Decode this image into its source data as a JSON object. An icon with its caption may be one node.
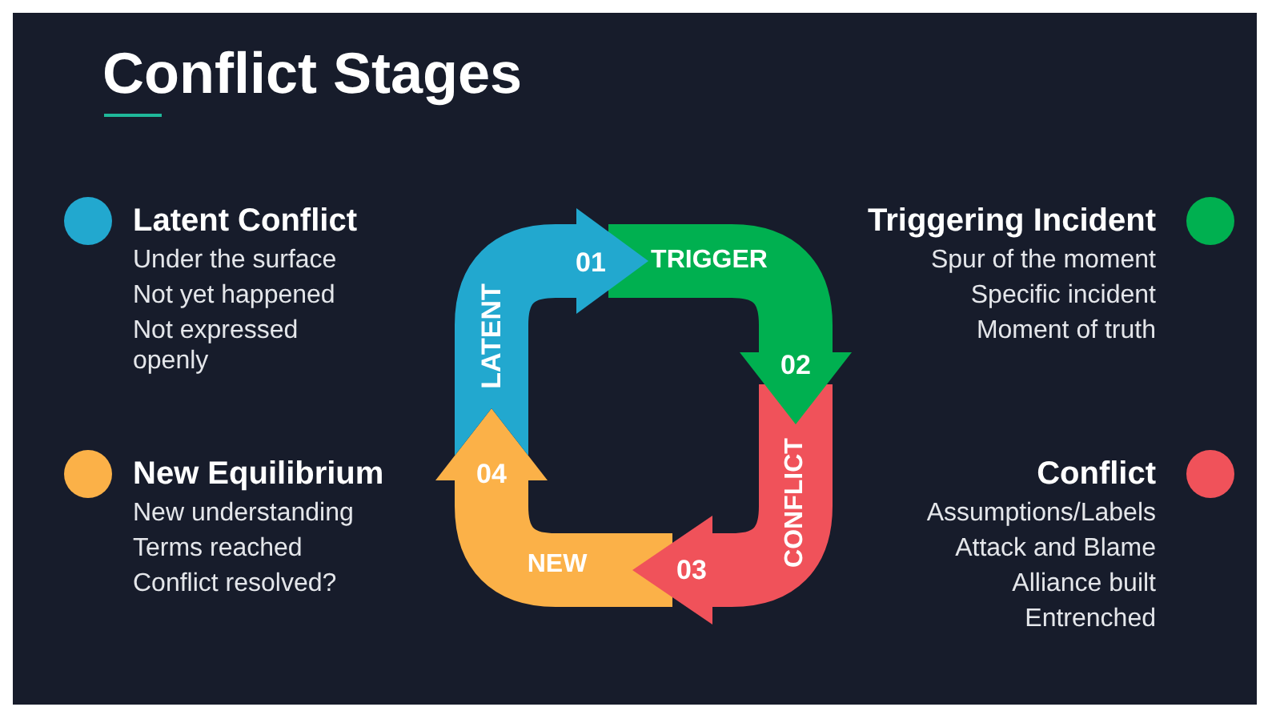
{
  "diagram": {
    "title": "Conflict Stages",
    "nodes": [
      {
        "text": [
          "LATENT",
          "01"
        ]
      },
      {
        "text": [
          "TRIGGER",
          "02"
        ]
      },
      {
        "text": [
          "CONFLICT",
          "03"
        ]
      },
      {
        "text": [
          "NEW",
          "04"
        ]
      },
      {
        "text": [
          "Latent Conflict",
          "Under the surface",
          "Not yet happened",
          "Not expressed openly"
        ]
      },
      {
        "text": [
          "Triggering Incident",
          "Spur of the moment",
          "Specific incident",
          "Moment of truth"
        ]
      },
      {
        "text": [
          "New Equilibrium",
          "New understanding",
          "Terms reached",
          "Conflict resolved?"
        ]
      },
      {
        "text": [
          "Conflict",
          "Assumptions/Labels",
          "Attack and Blame",
          "Alliance built",
          "Entrenched"
        ]
      }
    ]
  }
}
